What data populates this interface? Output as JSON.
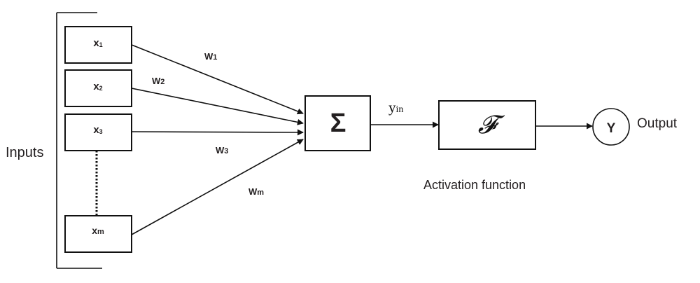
{
  "diagram": {
    "title": "Artificial neuron model",
    "inputs_label": "Inputs",
    "inputs": [
      {
        "id": "x1",
        "base": "x",
        "sub": "1",
        "weight_base": "W",
        "weight_sub": "1"
      },
      {
        "id": "x2",
        "base": "x",
        "sub": "2",
        "weight_base": "W",
        "weight_sub": "2"
      },
      {
        "id": "x3",
        "base": "x",
        "sub": "3",
        "weight_base": "W",
        "weight_sub": "3"
      },
      {
        "id": "xm",
        "base": "x",
        "sub": "m",
        "weight_base": "W",
        "weight_sub": "m"
      }
    ],
    "summation": {
      "symbol": "Σ"
    },
    "net_input": {
      "base": "y",
      "sub": "in"
    },
    "activation": {
      "symbol": "𝓕",
      "caption": "Activation function"
    },
    "output": {
      "symbol": "Y",
      "label": "Output"
    }
  }
}
